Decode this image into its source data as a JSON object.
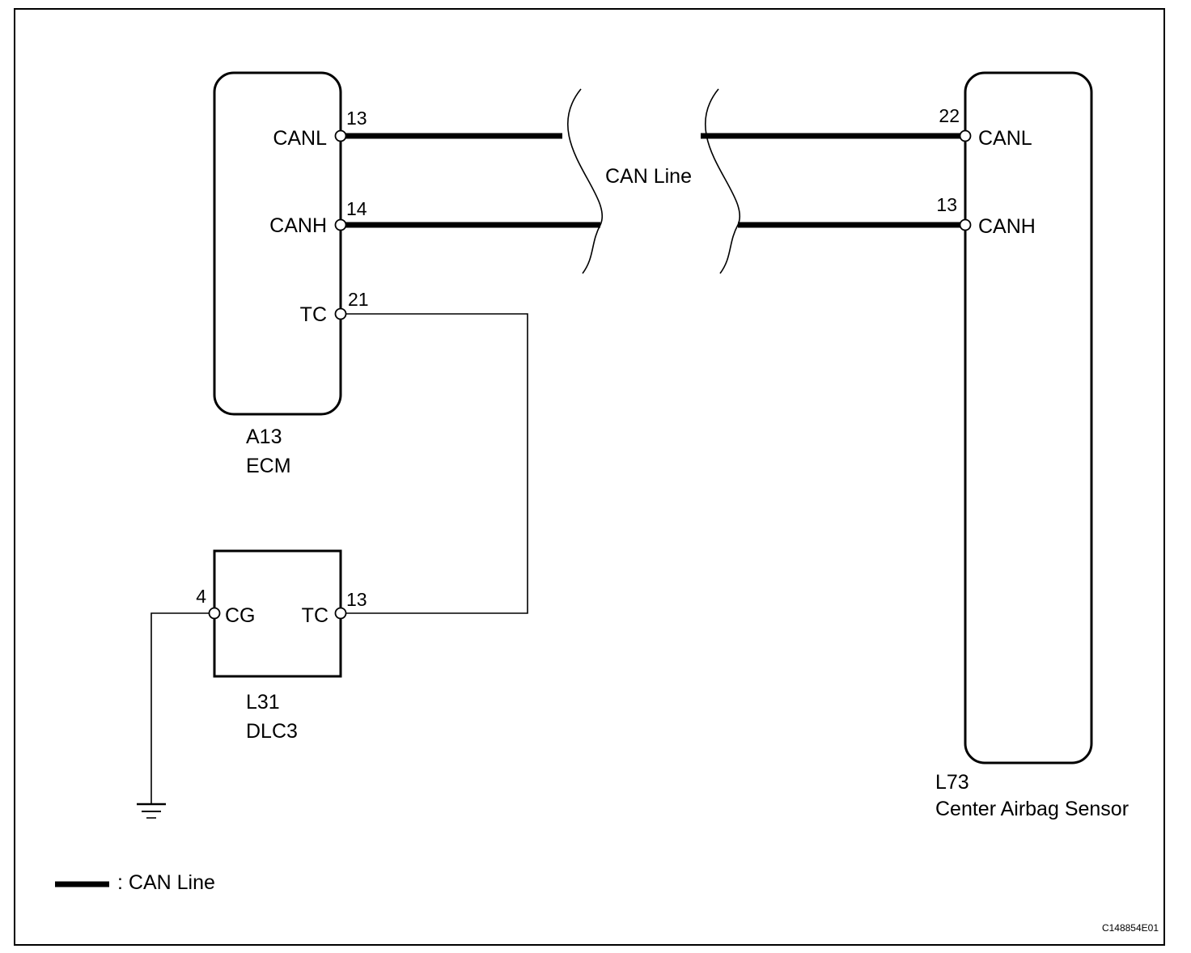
{
  "components": {
    "ecm": {
      "id": "A13",
      "name": "ECM",
      "pins": {
        "canl": {
          "label": "CANL",
          "number": "13"
        },
        "canh": {
          "label": "CANH",
          "number": "14"
        },
        "tc": {
          "label": "TC",
          "number": "21"
        }
      }
    },
    "dlc3": {
      "id": "L31",
      "name": "DLC3",
      "pins": {
        "cg": {
          "label": "CG",
          "number": "4"
        },
        "tc": {
          "label": "TC",
          "number": "13"
        }
      }
    },
    "airbag_sensor": {
      "id": "L73",
      "name": "Center Airbag Sensor",
      "pins": {
        "canl": {
          "label": "CANL",
          "number": "22"
        },
        "canh": {
          "label": "CANH",
          "number": "13"
        }
      }
    }
  },
  "bus_label": "CAN Line",
  "legend": {
    "text": ": CAN Line"
  },
  "figure_code": "C148854E01",
  "colors": {
    "line": "#000000",
    "background": "#ffffff"
  }
}
